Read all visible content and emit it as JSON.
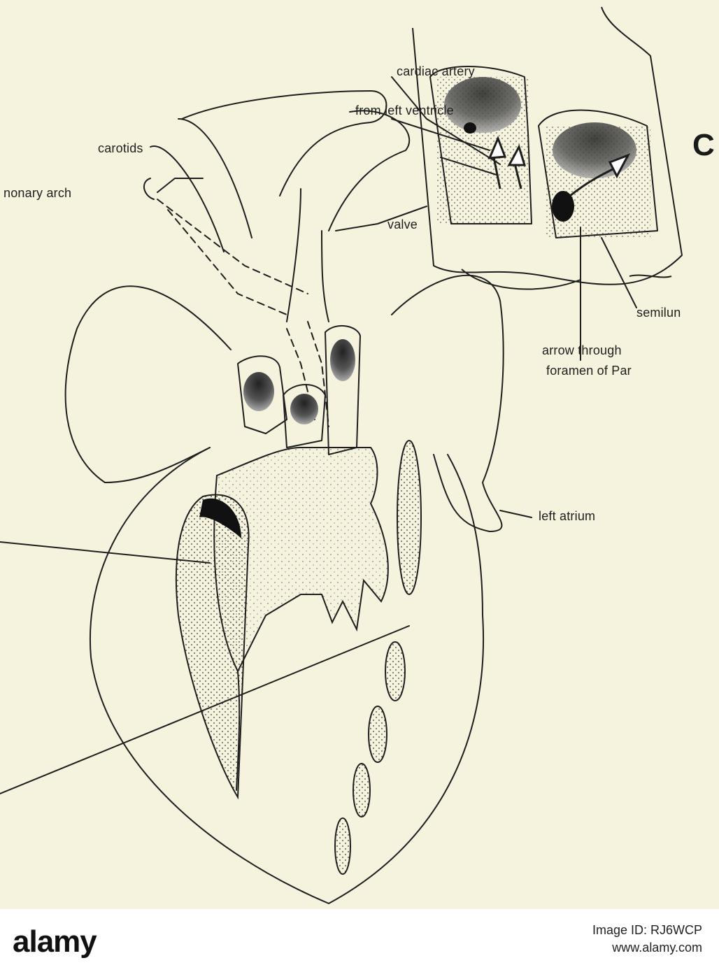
{
  "labels": {
    "cardiac_artery": "cardiac artery",
    "from_left_ventricle": "from left ventricle",
    "carotids": "carotids",
    "pulmonary_arch": "nonary arch",
    "valve": "valve",
    "panel_letter": "C",
    "semilunar": "semilun",
    "arrow_through": "arrow through",
    "foramen": "foramen of Par",
    "left_atrium": "left atrium"
  },
  "footer": {
    "brand": "alamy",
    "image_id_label": "Image ID: RJ6WCP",
    "url": "www.alamy.com"
  },
  "colors": {
    "background": "#f5f2dd",
    "ink": "#1e1e1e",
    "footer_bg": "#ffffff"
  }
}
